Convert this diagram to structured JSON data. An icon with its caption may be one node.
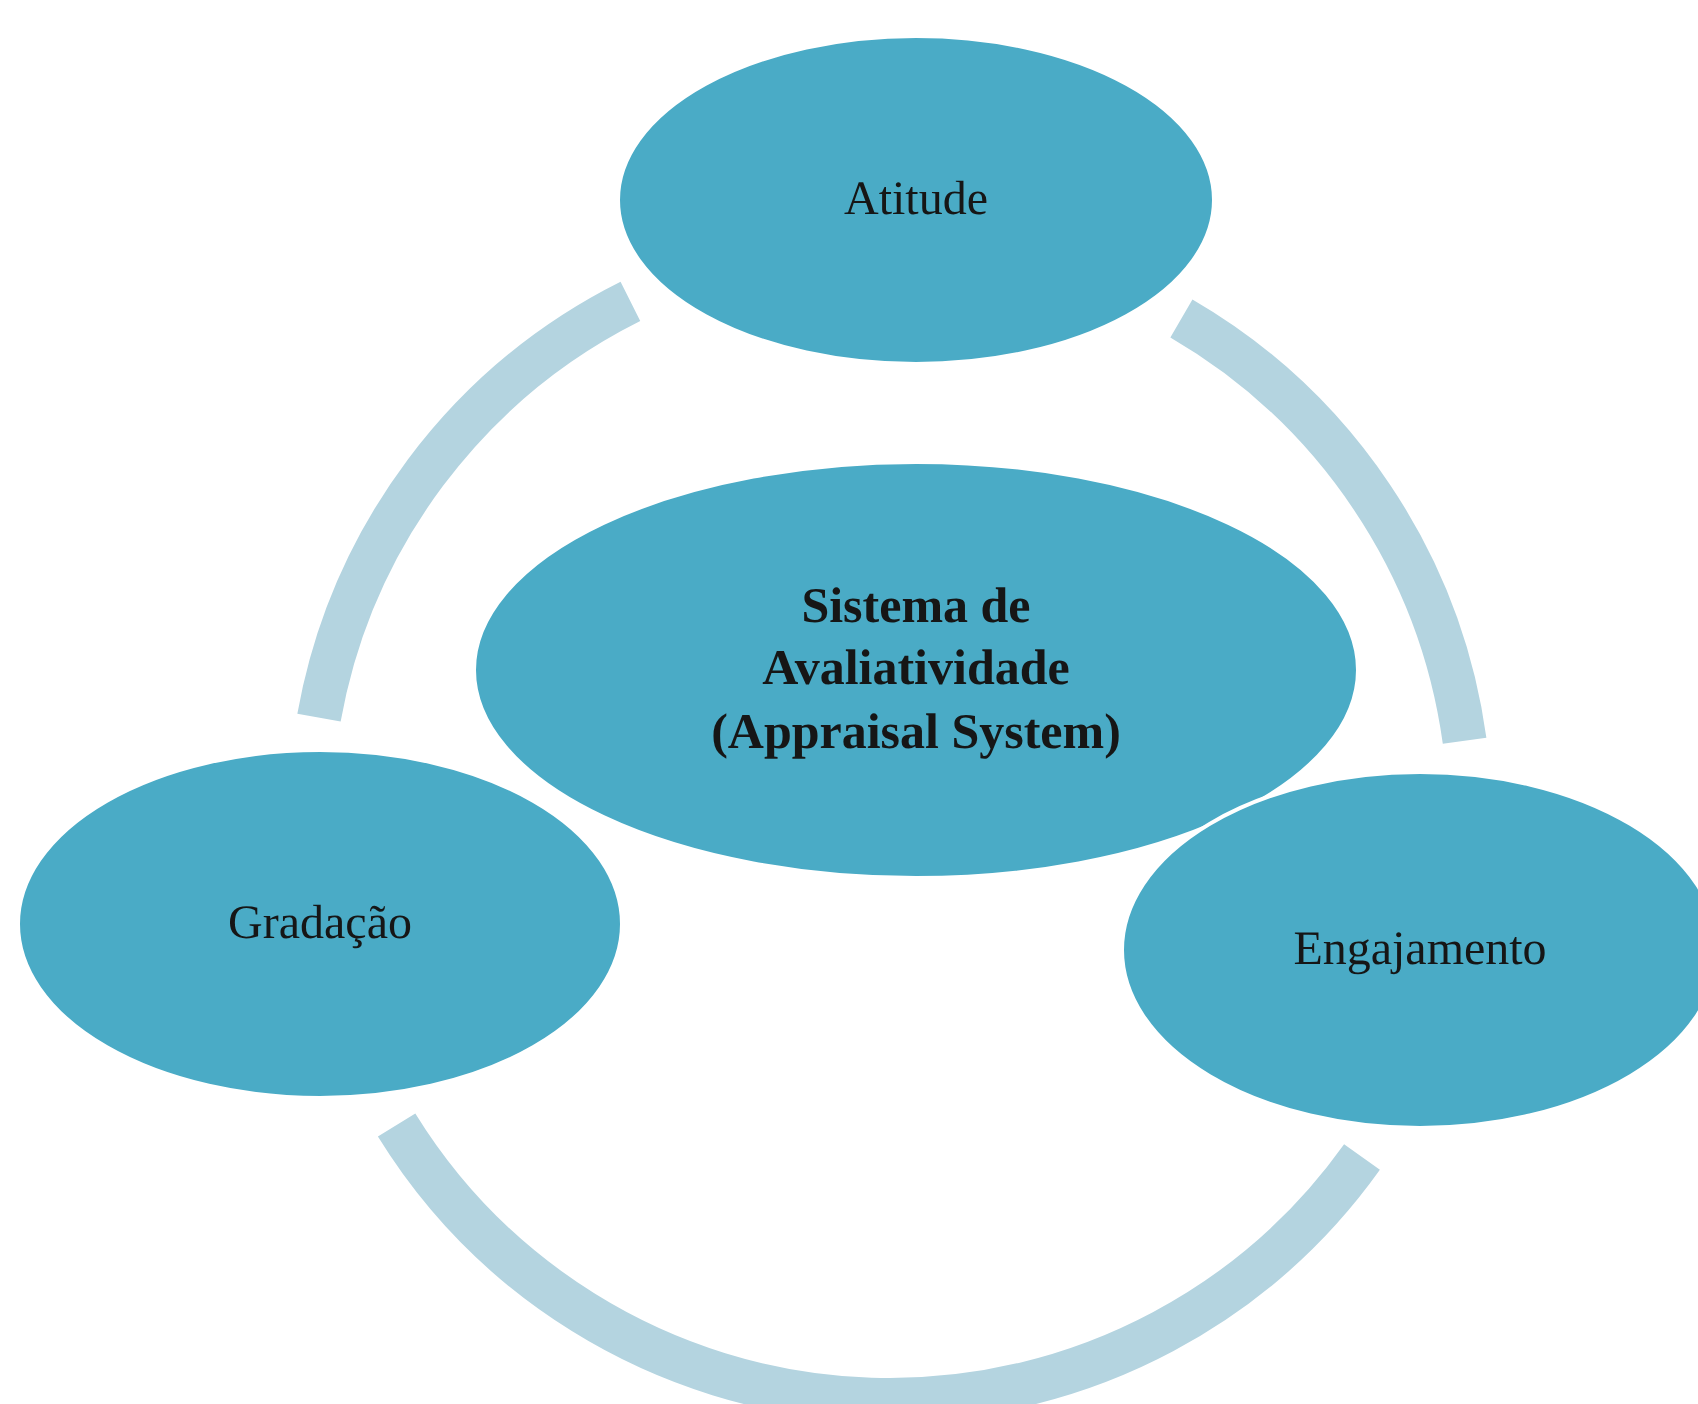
{
  "diagram": {
    "nodes": [
      {
        "text": [
          "Atitude"
        ]
      },
      {
        "text": [
          "Sistema de Avaliatividade (Appraisal System)"
        ]
      },
      {
        "text": [
          "Gradação"
        ]
      },
      {
        "text": [
          "Engajamento"
        ]
      }
    ],
    "edges": [
      {
        "from": 0,
        "to": 3,
        "arrow": "none"
      },
      {
        "from": 3,
        "to": 2,
        "arrow": "none"
      },
      {
        "from": 2,
        "to": 0,
        "arrow": "none"
      }
    ]
  }
}
